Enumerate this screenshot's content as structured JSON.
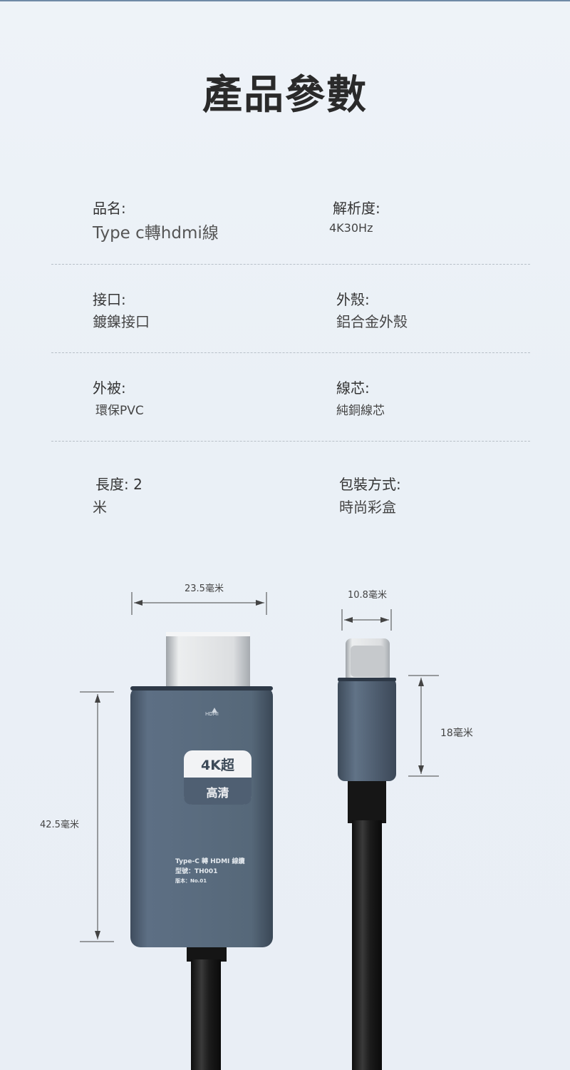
{
  "title": "產品參數",
  "specs": {
    "name": {
      "label": "品名:",
      "value": "Type c轉hdmi線"
    },
    "resolution": {
      "label": "解析度:",
      "value": "4K30Hz"
    },
    "interface": {
      "label": "接口:",
      "value": "鍍鎳接口"
    },
    "shell": {
      "label": "外殼:",
      "value": "鋁合金外殼"
    },
    "jacket": {
      "label": "外被:",
      "value": "環保PVC"
    },
    "core": {
      "label": "線芯:",
      "value": "純銅線芯"
    },
    "length": {
      "label": "長度: 2",
      "value": "米"
    },
    "package": {
      "label": "包裝方式:",
      "value": "時尚彩盒"
    }
  },
  "dimensions": {
    "hdmi_width": "23.5毫米",
    "typec_width": "10.8毫米",
    "typec_height": "18毫米",
    "hdmi_height": "42.5毫米"
  },
  "product": {
    "port_label": "HDMI",
    "badge_top": "4K超",
    "badge_bottom": "高清",
    "line1": "Type-C 轉 HDMI 線纜",
    "line2": "型號：TH001",
    "line3": "版本：No.01"
  },
  "colors": {
    "housing": "#56677b",
    "cable": "#1b1b1b",
    "metal": "#d8dadc"
  }
}
